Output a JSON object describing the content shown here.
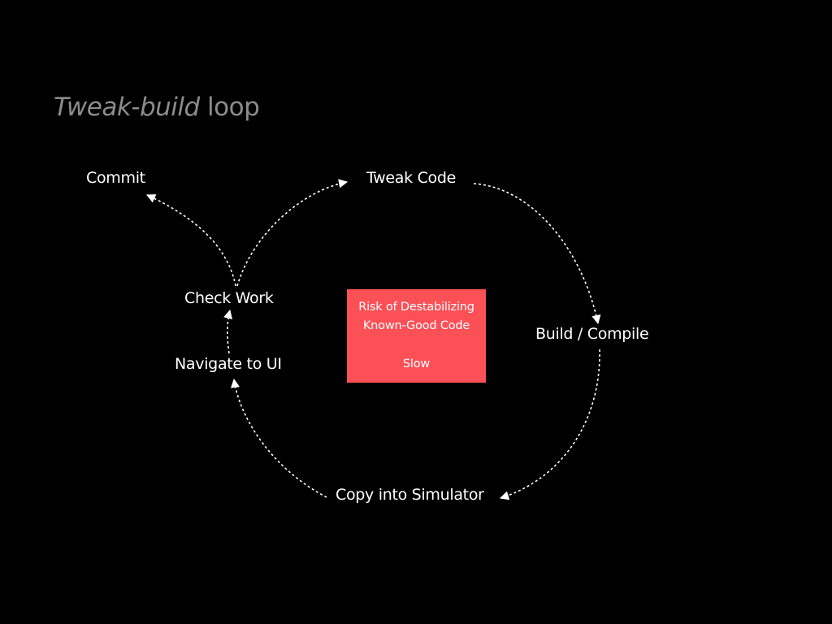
{
  "slide": {
    "title_italic": "Tweak-build",
    "title_rest": " loop"
  },
  "nodes": {
    "commit": "Commit",
    "tweak_code": "Tweak Code",
    "check_work": "Check Work",
    "build_compile": "Build / Compile",
    "navigate_to_ui": "Navigate to UI",
    "copy_into_simulator": "Copy into Simulator"
  },
  "callout": {
    "line1": "Risk of Destabilizing",
    "line2": "Known-Good Code",
    "line3": "Slow",
    "color": "#fc5057"
  },
  "colors": {
    "background": "#000000",
    "title": "#8c8c8c",
    "text": "#ffffff",
    "arrow": "#ffffff"
  }
}
